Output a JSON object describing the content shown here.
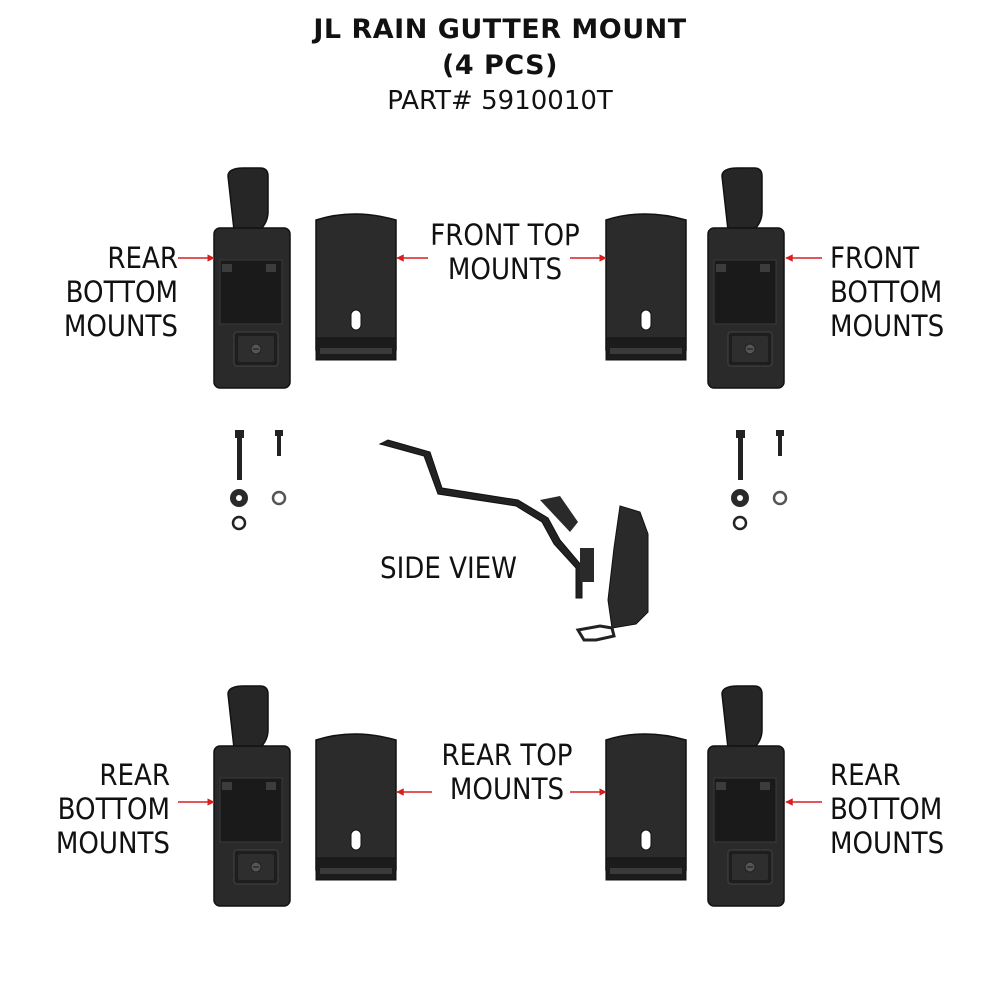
{
  "title": {
    "line1": "JL RAIN GUTTER MOUNT",
    "line2": "(4 PCS)",
    "part": "PART# 5910010T"
  },
  "labels": {
    "rear_bottom_top_left": [
      "REAR",
      "BOTTOM",
      "MOUNTS"
    ],
    "front_top": [
      "FRONT TOP",
      "MOUNTS"
    ],
    "front_bottom": [
      "FRONT",
      "BOTTOM",
      "MOUNTS"
    ],
    "side_view": "SIDE VIEW",
    "rear_bottom_bottom_left": [
      "REAR",
      "BOTTOM",
      "MOUNTS"
    ],
    "rear_top": [
      "REAR TOP",
      "MOUNTS"
    ],
    "rear_bottom_bottom_right": [
      "REAR",
      "BOTTOM",
      "MOUNTS"
    ]
  },
  "colors": {
    "part": "#262626",
    "part_edge": "#111111",
    "arrow": "#d62020",
    "text": "#111111"
  }
}
